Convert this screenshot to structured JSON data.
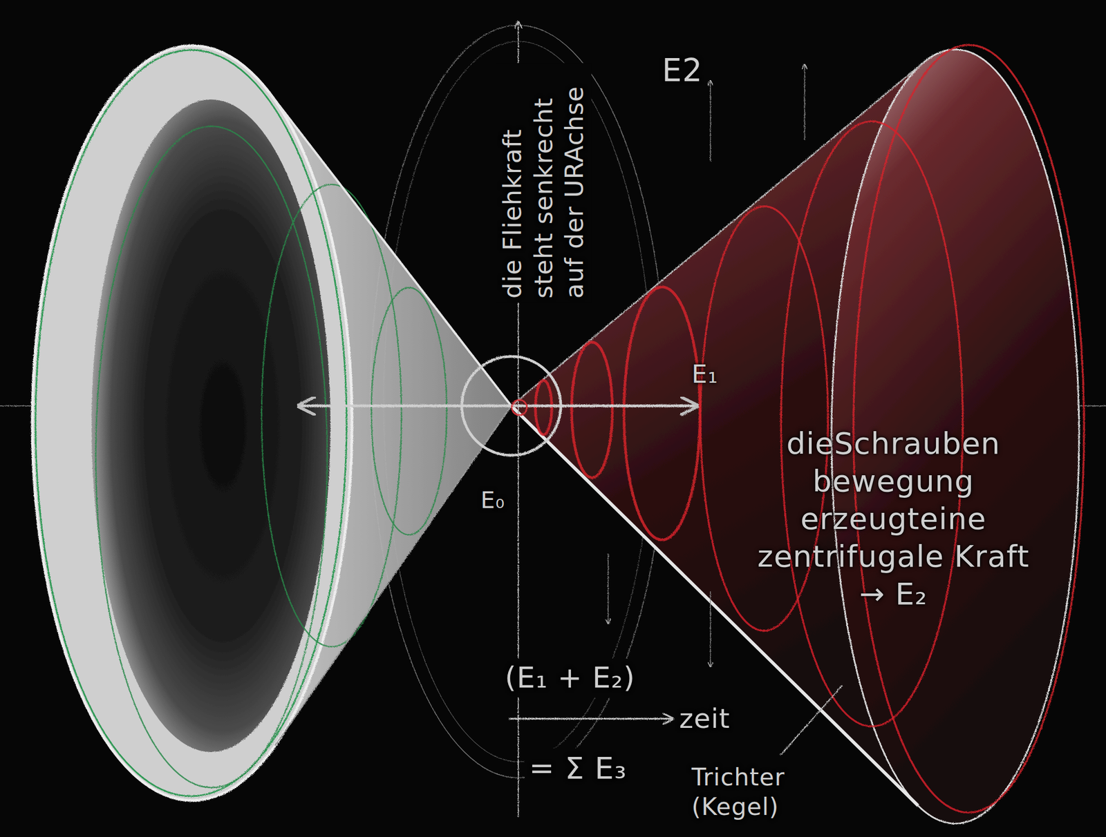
{
  "diagram": {
    "labels": [
      "die Fliehkraft steht senkrecht auf der URAchse",
      "E2",
      "E₁",
      "E₀",
      "dieSchrauben bewegung erzeugteine zentrifugale Kraft → E₂",
      "(E₁ + E₂)",
      "zeit",
      "= Σ E₃",
      "Trichter (Kegel)"
    ]
  }
}
